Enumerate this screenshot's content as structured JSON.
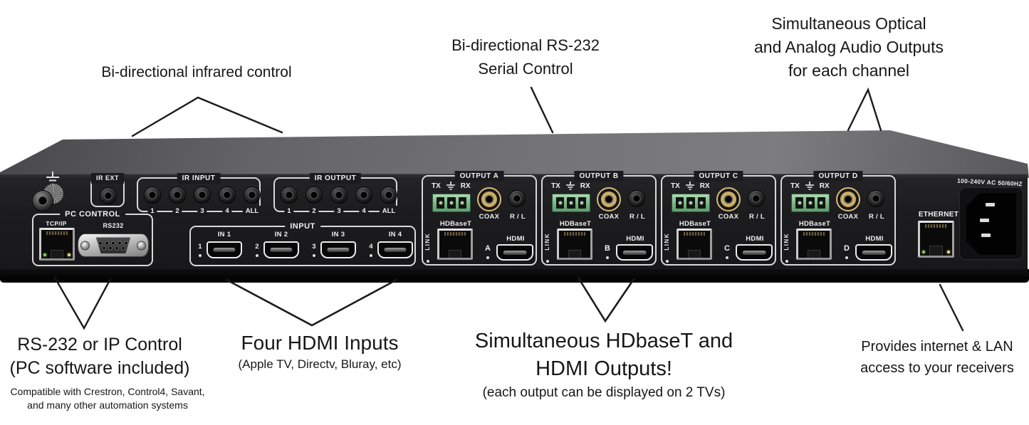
{
  "annotations": {
    "infrared": "Bi-directional infrared control",
    "serial": [
      "Bi-directional RS-232",
      "Serial Control"
    ],
    "audio": [
      "Simultaneous Optical",
      "and Analog Audio Outputs",
      "for each channel"
    ],
    "pc": [
      "RS-232 or IP Control",
      "(PC software included)"
    ],
    "pc_small": [
      "Compatible with Crestron, Control4, Savant,",
      "and many other automation systems"
    ],
    "inputs": [
      "Four HDMI Inputs",
      "(Apple TV, Directv, Bluray, etc)"
    ],
    "outputs": [
      "Simultaneous HDbaseT and",
      "HDMI Outputs!",
      "(each output can be displayed on 2 TVs)"
    ],
    "lan": [
      "Provides internet & LAN",
      "access to your receivers"
    ]
  },
  "panel": {
    "ir_ext_label": "IR EXT",
    "ir_input_label": "IR INPUT",
    "ir_output_label": "IR OUTPUT",
    "ir_jack_labels": [
      "1",
      "2",
      "3",
      "4",
      "ALL"
    ],
    "pc_control_label": "PC CONTROL",
    "tcpip_label": "TCP/IP",
    "rs232_label": "RS232",
    "input_label": "INPUT",
    "input_ports": [
      {
        "name": "IN 1",
        "num": "1"
      },
      {
        "name": "IN 2",
        "num": "2"
      },
      {
        "name": "IN 3",
        "num": "3"
      },
      {
        "name": "IN 4",
        "num": "4"
      }
    ],
    "output_shared": {
      "tx": "TX",
      "rx": "RX",
      "coax": "COAX",
      "rl": "R / L",
      "hdbaset": "HDBaseT",
      "link": "LINK",
      "hdmi": "HDMI"
    },
    "outputs": [
      {
        "label": "OUTPUT A",
        "letter": "A"
      },
      {
        "label": "OUTPUT B",
        "letter": "B"
      },
      {
        "label": "OUTPUT C",
        "letter": "C"
      },
      {
        "label": "OUTPUT D",
        "letter": "D"
      }
    ],
    "ethernet_label": "ETHERNET",
    "power_label": "100-240V AC 50/60HZ"
  },
  "colors": {
    "chassis_face": "#1c1c1e",
    "chassis_top": "#6d6d6f",
    "outline_white": "#d8d8d8",
    "terminal_green": "#78b484",
    "coax_gold": "#c9ad67",
    "led_green": "#8ad65f",
    "led_amber": "#e6df8d",
    "annotation_text": "#171717"
  }
}
